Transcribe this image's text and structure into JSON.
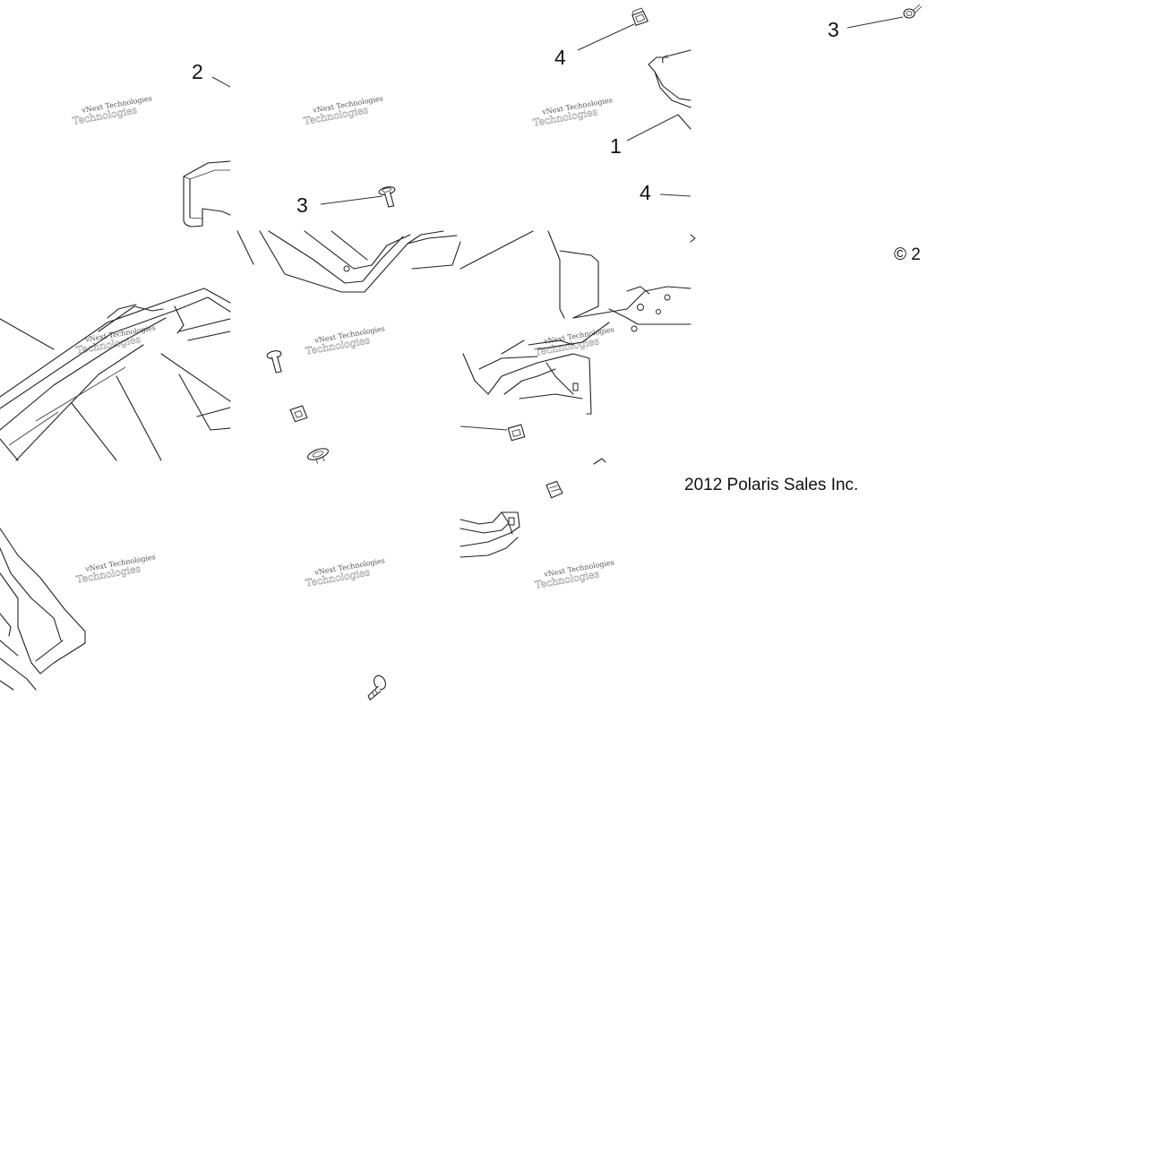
{
  "diagram": {
    "callouts": [
      {
        "id": "callout-2",
        "text": "2"
      },
      {
        "id": "callout-4-top",
        "text": "4"
      },
      {
        "id": "callout-1",
        "text": "1"
      },
      {
        "id": "callout-3-right",
        "text": "3"
      },
      {
        "id": "callout-3-center",
        "text": "3"
      },
      {
        "id": "callout-4-mid",
        "text": "4"
      }
    ],
    "copyright_fragment_top": "© 2",
    "copyright_fragment_bottom": "2012 Polaris Sales Inc.",
    "watermark_line1": "vNext Technologies",
    "watermark_line2": "Technologies"
  }
}
